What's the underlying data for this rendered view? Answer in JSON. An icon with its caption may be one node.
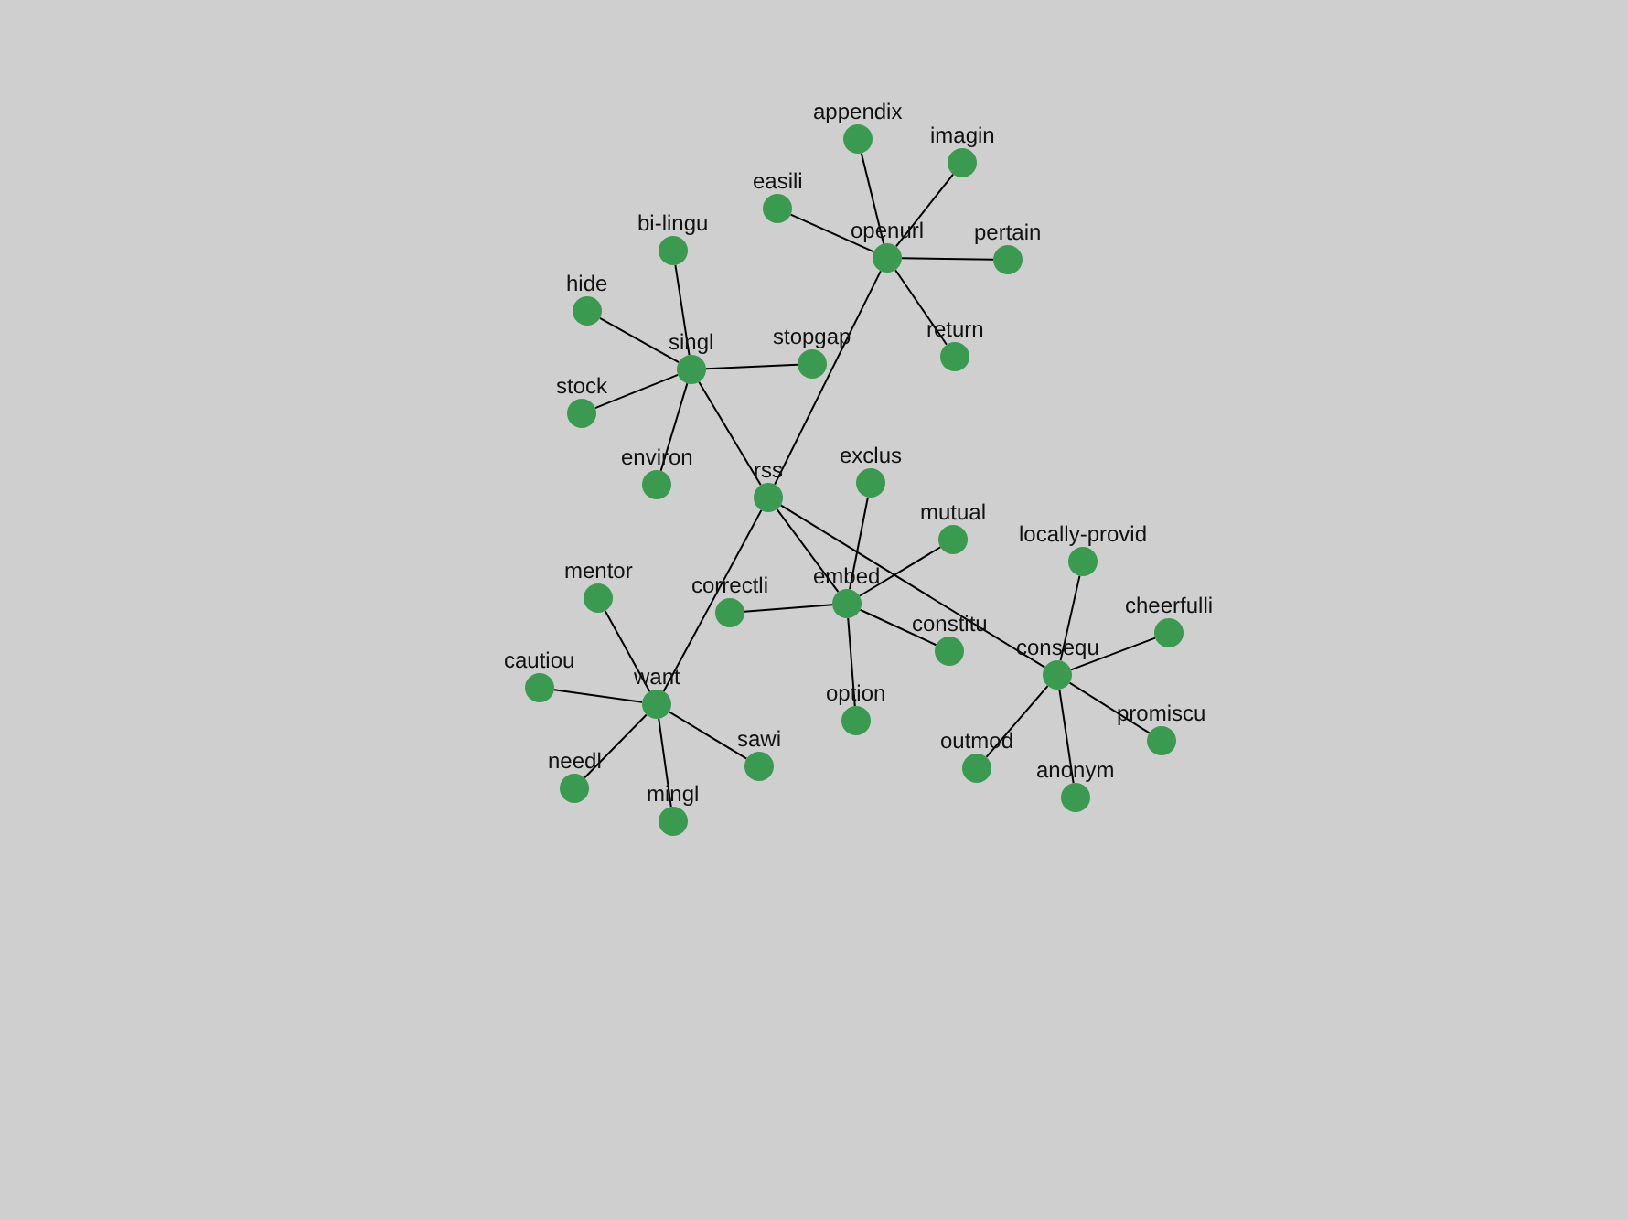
{
  "diagram": {
    "nodes": [
      {
        "text": [
          "appendix"
        ]
      },
      {
        "text": [
          "imagin"
        ]
      },
      {
        "text": [
          "easili"
        ]
      },
      {
        "text": [
          "openurl"
        ]
      },
      {
        "text": [
          "pertain"
        ]
      },
      {
        "text": [
          "bi-lingu"
        ]
      },
      {
        "text": [
          "hide"
        ]
      },
      {
        "text": [
          "singl"
        ]
      },
      {
        "text": [
          "stopgap"
        ]
      },
      {
        "text": [
          "return"
        ]
      },
      {
        "text": [
          "stock"
        ]
      },
      {
        "text": [
          "environ"
        ]
      },
      {
        "text": [
          "rss"
        ]
      },
      {
        "text": [
          "exclus"
        ]
      },
      {
        "text": [
          "mutual"
        ]
      },
      {
        "text": [
          "locally-provid"
        ]
      },
      {
        "text": [
          "mentor"
        ]
      },
      {
        "text": [
          "correctli"
        ]
      },
      {
        "text": [
          "embed"
        ]
      },
      {
        "text": [
          "cheerfulli"
        ]
      },
      {
        "text": [
          "constitu"
        ]
      },
      {
        "text": [
          "consequ"
        ]
      },
      {
        "text": [
          "cautiou"
        ]
      },
      {
        "text": [
          "want"
        ]
      },
      {
        "text": [
          "option"
        ]
      },
      {
        "text": [
          "promiscu"
        ]
      },
      {
        "text": [
          "sawi"
        ]
      },
      {
        "text": [
          "outmod"
        ]
      },
      {
        "text": [
          "anonym"
        ]
      },
      {
        "text": [
          "needl"
        ]
      },
      {
        "text": [
          "mingl"
        ]
      }
    ],
    "edges": [
      {
        "from": 3,
        "to": 0,
        "arrow": "none"
      },
      {
        "from": 3,
        "to": 1,
        "arrow": "none"
      },
      {
        "from": 3,
        "to": 2,
        "arrow": "none"
      },
      {
        "from": 3,
        "to": 4,
        "arrow": "none"
      },
      {
        "from": 3,
        "to": 9,
        "arrow": "none"
      },
      {
        "from": 3,
        "to": 12,
        "arrow": "none"
      },
      {
        "from": 7,
        "to": 5,
        "arrow": "none"
      },
      {
        "from": 7,
        "to": 6,
        "arrow": "none"
      },
      {
        "from": 7,
        "to": 8,
        "arrow": "none"
      },
      {
        "from": 7,
        "to": 10,
        "arrow": "none"
      },
      {
        "from": 7,
        "to": 11,
        "arrow": "none"
      },
      {
        "from": 7,
        "to": 12,
        "arrow": "none"
      },
      {
        "from": 12,
        "to": 23,
        "arrow": "none"
      },
      {
        "from": 12,
        "to": 18,
        "arrow": "none"
      },
      {
        "from": 12,
        "to": 21,
        "arrow": "none"
      },
      {
        "from": 18,
        "to": 13,
        "arrow": "none"
      },
      {
        "from": 18,
        "to": 14,
        "arrow": "none"
      },
      {
        "from": 18,
        "to": 17,
        "arrow": "none"
      },
      {
        "from": 18,
        "to": 20,
        "arrow": "none"
      },
      {
        "from": 18,
        "to": 24,
        "arrow": "none"
      },
      {
        "from": 21,
        "to": 15,
        "arrow": "none"
      },
      {
        "from": 21,
        "to": 19,
        "arrow": "none"
      },
      {
        "from": 21,
        "to": 25,
        "arrow": "none"
      },
      {
        "from": 21,
        "to": 27,
        "arrow": "none"
      },
      {
        "from": 21,
        "to": 28,
        "arrow": "none"
      },
      {
        "from": 23,
        "to": 16,
        "arrow": "none"
      },
      {
        "from": 23,
        "to": 22,
        "arrow": "none"
      },
      {
        "from": 23,
        "to": 26,
        "arrow": "none"
      },
      {
        "from": 23,
        "to": 29,
        "arrow": "none"
      },
      {
        "from": 23,
        "to": 30,
        "arrow": "none"
      }
    ]
  }
}
